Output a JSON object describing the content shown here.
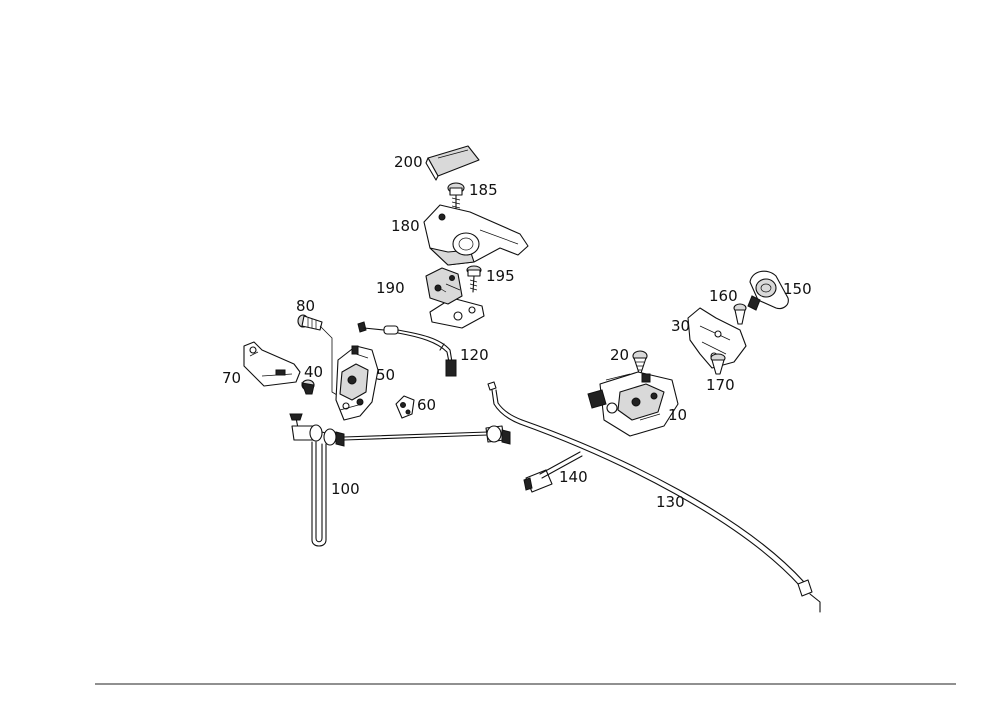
{
  "callouts": {
    "p10": "10",
    "p20": "20",
    "p30": "30",
    "p40": "40",
    "p50": "50",
    "p60": "60",
    "p70": "70",
    "p80": "80",
    "p100": "100",
    "p120": "120",
    "p130": "130",
    "p140": "140",
    "p150": "150",
    "p160": "160",
    "p170": "170",
    "p180": "180",
    "p185": "185",
    "p190": "190",
    "p195": "195",
    "p200": "200"
  }
}
